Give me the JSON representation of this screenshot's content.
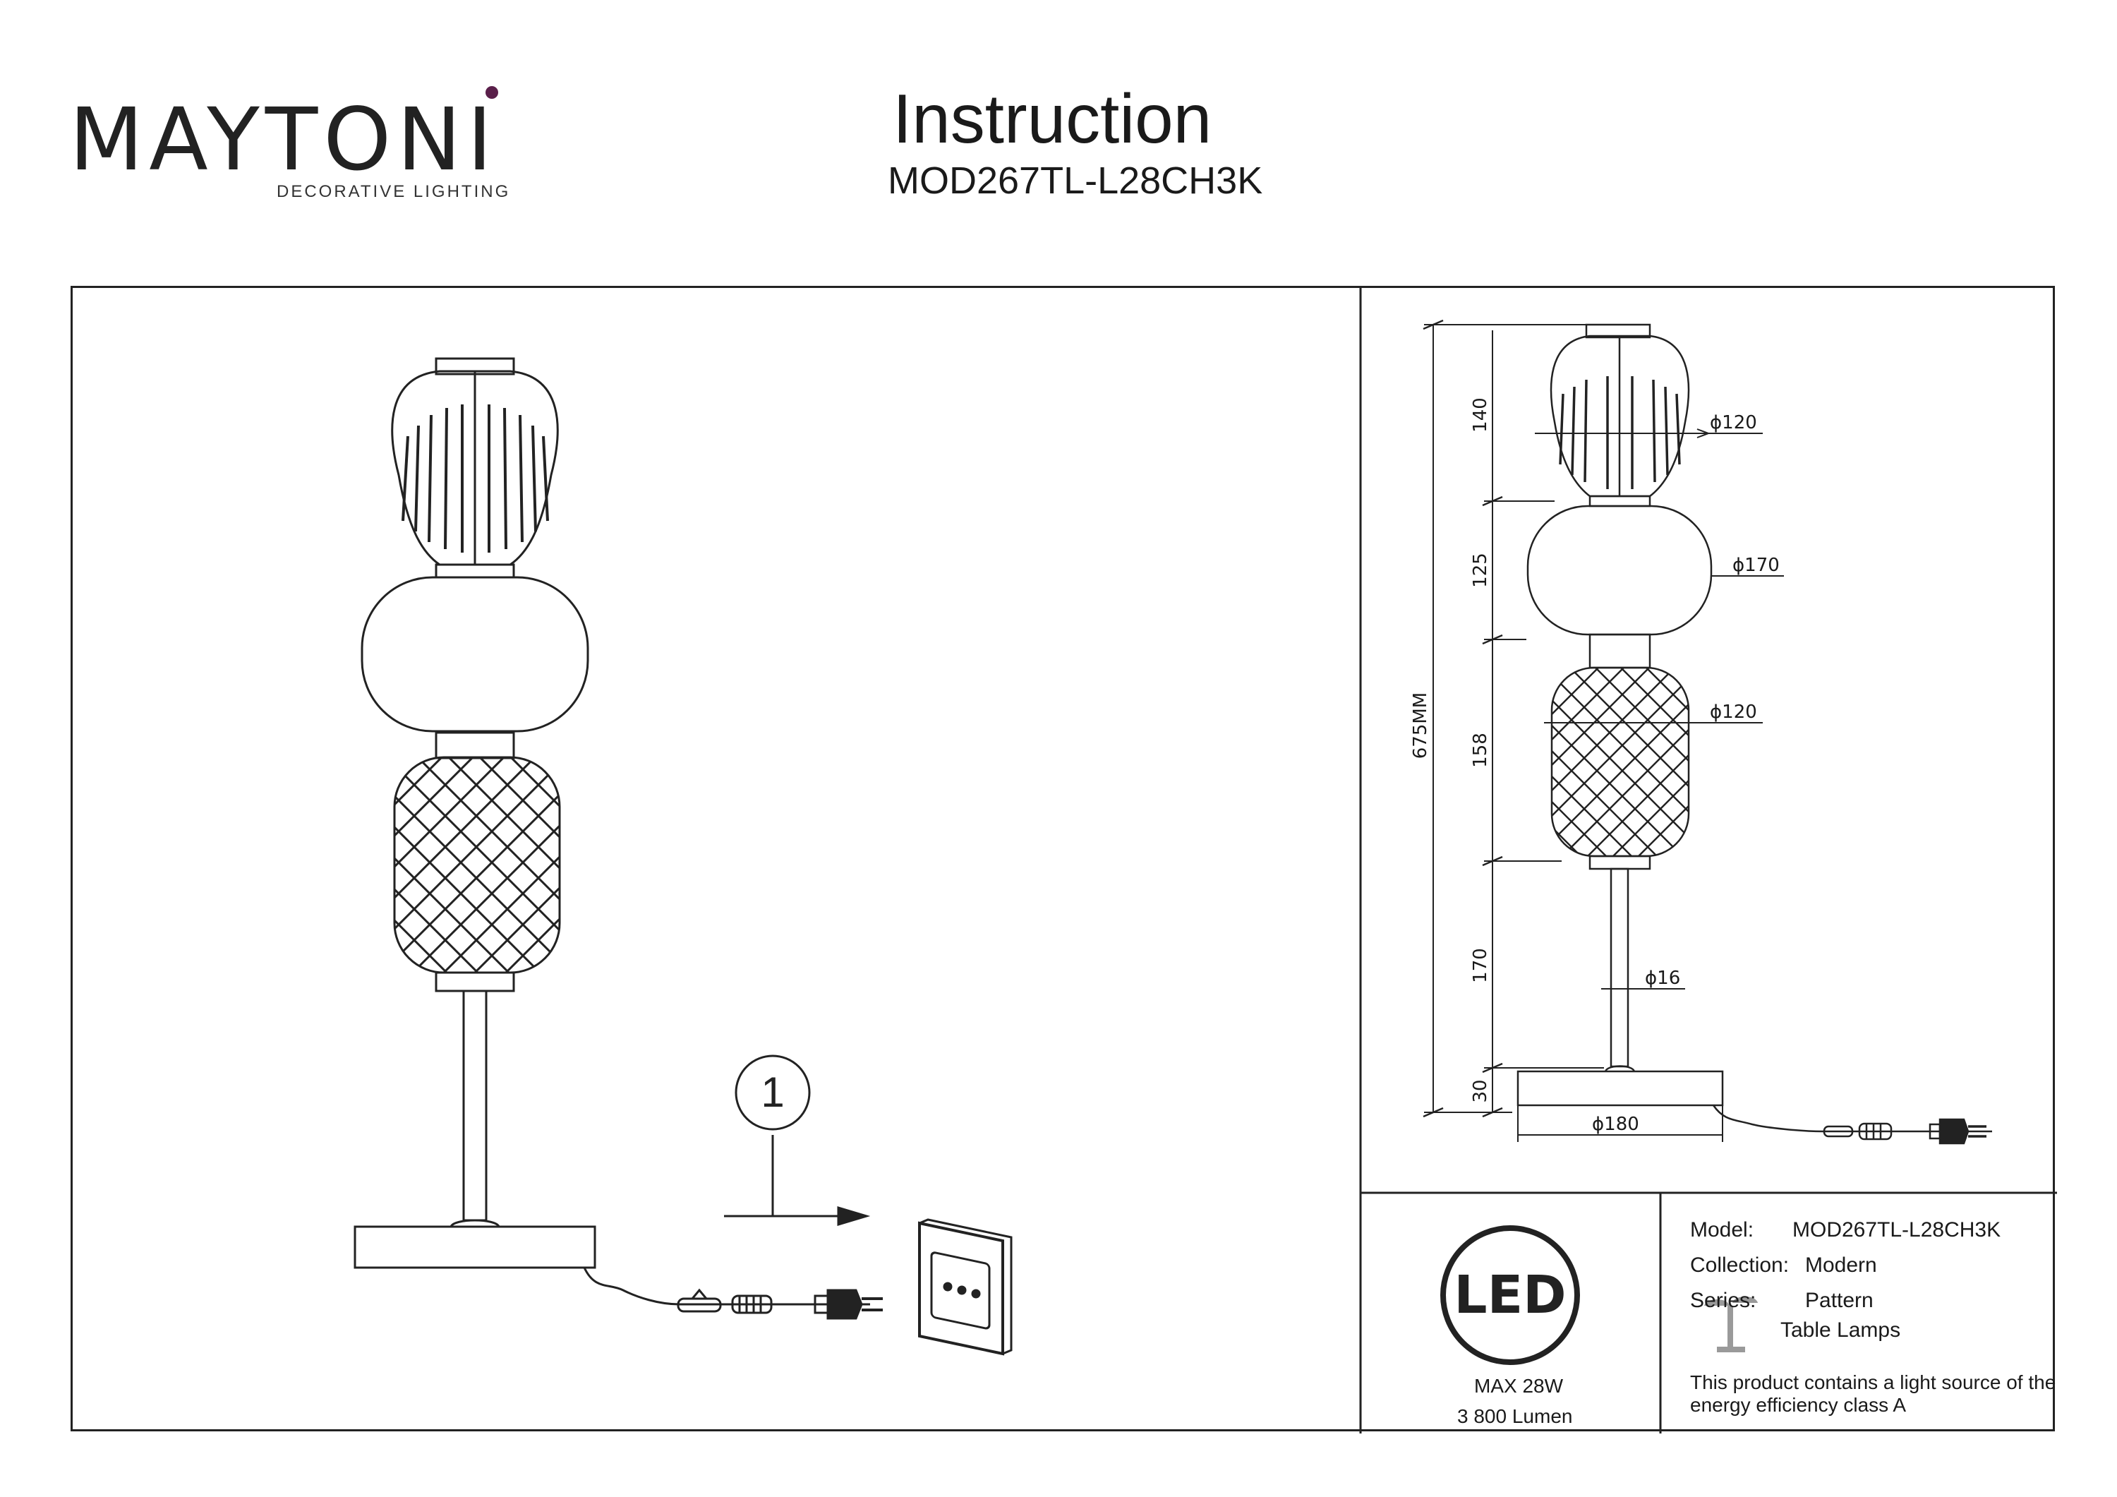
{
  "header": {
    "brand": "MAYTONI",
    "tagline": "DECORATIVE LIGHTING",
    "title": "Instruction",
    "model_code": "MOD267TL-L28CH3K"
  },
  "diagram": {
    "step_number": "1",
    "dimensions": {
      "total_height": "675MM",
      "seg_top": "140",
      "seg_middle": "125",
      "seg_lower": "158",
      "seg_stem": "170",
      "seg_base": "30",
      "dia_top": "ϕ120",
      "dia_middle": "ϕ170",
      "dia_lower": "ϕ120",
      "dia_stem": "ϕ16",
      "dia_base": "ϕ180"
    }
  },
  "led_block": {
    "badge": "LED",
    "power": "MAX 28W",
    "lumen": "3 800 Lumen"
  },
  "specs": {
    "model_label": "Model:",
    "model_value": "MOD267TL-L28CH3K",
    "collection_label": "Collection:",
    "collection_value": "Modern",
    "series_label": "Series:",
    "series_value": "Pattern",
    "category": "Table Lamps",
    "energy_note_line1": "This product contains a light source of the",
    "energy_note_line2": "energy efficiency class A"
  },
  "colors": {
    "ink": "#222222",
    "brand_accent": "#5a1f4a",
    "icon_grey": "#9a9a9a"
  }
}
